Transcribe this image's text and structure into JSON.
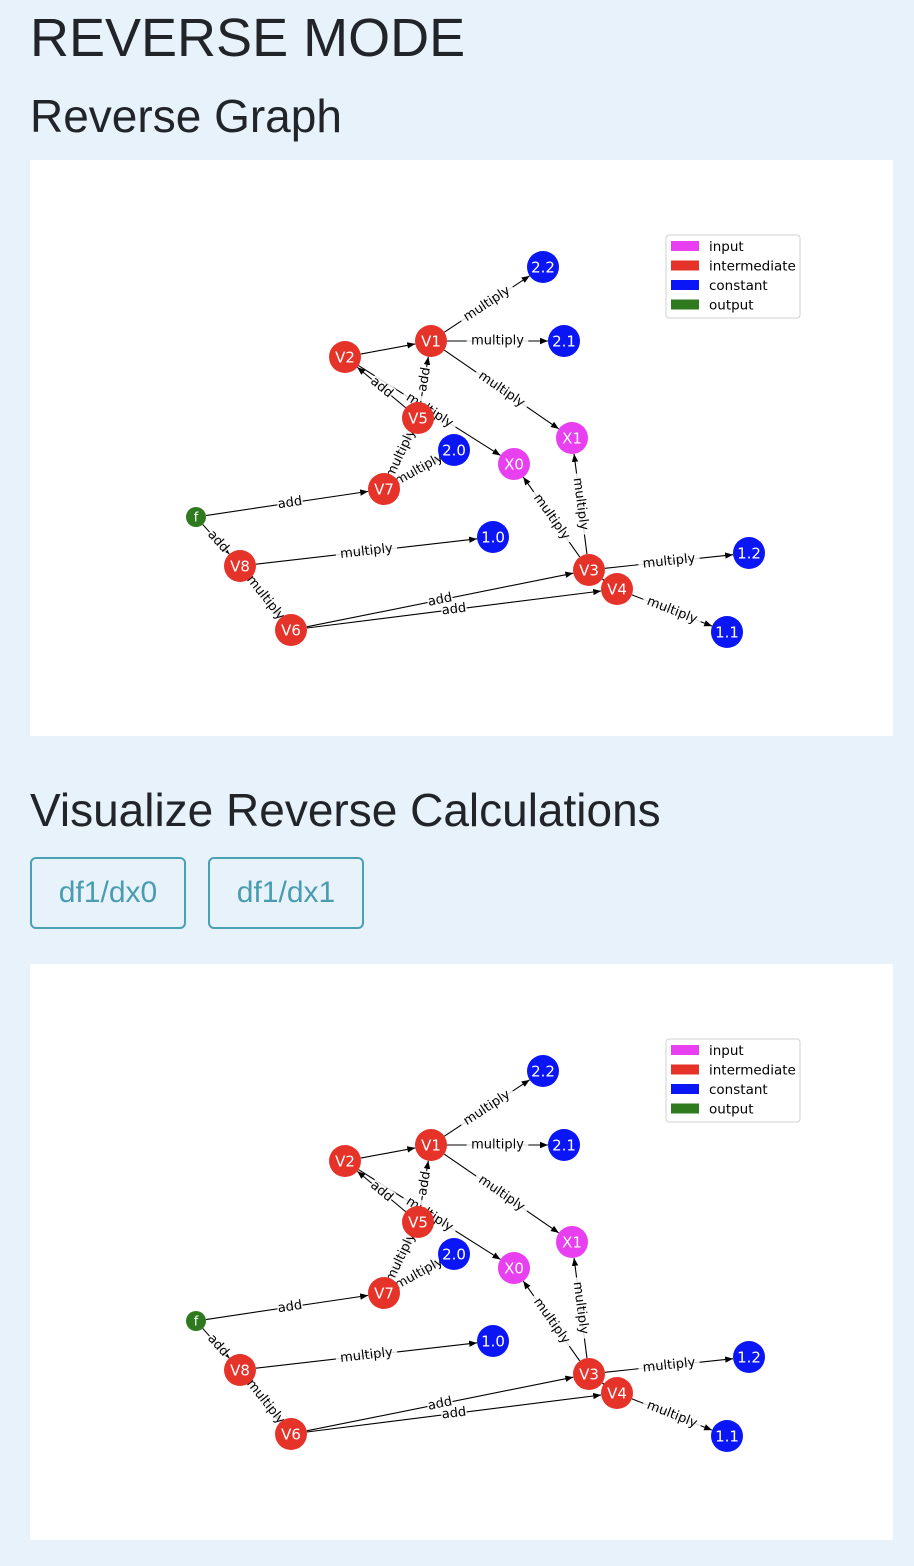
{
  "page": {
    "title": "REVERSE MODE",
    "graph_heading": "Reverse Graph",
    "viz_heading": "Visualize Reverse Calculations"
  },
  "buttons": [
    {
      "label": "df1/dx0"
    },
    {
      "label": "df1/dx1"
    }
  ],
  "legend": [
    {
      "label": "input",
      "color": "#e83ff0"
    },
    {
      "label": "intermediate",
      "color": "#e6332a"
    },
    {
      "label": "constant",
      "color": "#0a16f5"
    },
    {
      "label": "output",
      "color": "#2f7a1f"
    }
  ],
  "nodes": [
    {
      "id": "f",
      "type": "output"
    },
    {
      "id": "V8",
      "type": "intermediate"
    },
    {
      "id": "V7",
      "type": "intermediate"
    },
    {
      "id": "V6",
      "type": "intermediate"
    },
    {
      "id": "V5",
      "type": "intermediate"
    },
    {
      "id": "V4",
      "type": "intermediate"
    },
    {
      "id": "V3",
      "type": "intermediate"
    },
    {
      "id": "V2",
      "type": "intermediate"
    },
    {
      "id": "V1",
      "type": "intermediate"
    },
    {
      "id": "X0",
      "type": "input"
    },
    {
      "id": "X1",
      "type": "input"
    },
    {
      "id": "1.0",
      "type": "constant"
    },
    {
      "id": "1.1",
      "type": "constant"
    },
    {
      "id": "1.2",
      "type": "constant"
    },
    {
      "id": "2.0",
      "type": "constant"
    },
    {
      "id": "2.1",
      "type": "constant"
    },
    {
      "id": "2.2",
      "type": "constant"
    }
  ],
  "edges": [
    {
      "from": "f",
      "to": "V7",
      "label": "add"
    },
    {
      "from": "f",
      "to": "V8",
      "label": "add"
    },
    {
      "from": "V8",
      "to": "1.0",
      "label": "multiply"
    },
    {
      "from": "V8",
      "to": "V6",
      "label": "multiply"
    },
    {
      "from": "V6",
      "to": "V3",
      "label": "add"
    },
    {
      "from": "V6",
      "to": "V4",
      "label": "add"
    },
    {
      "from": "V7",
      "to": "2.0",
      "label": "multiply"
    },
    {
      "from": "V7",
      "to": "V5",
      "label": "multiply"
    },
    {
      "from": "V5",
      "to": "V2",
      "label": "add"
    },
    {
      "from": "V5",
      "to": "V1",
      "label": "add"
    },
    {
      "from": "V2",
      "to": "X0",
      "label": "multiply"
    },
    {
      "from": "V2",
      "to": "V1",
      "label": ""
    },
    {
      "from": "V1",
      "to": "2.2",
      "label": "multiply"
    },
    {
      "from": "V1",
      "to": "2.1",
      "label": "multiply"
    },
    {
      "from": "V1",
      "to": "X1",
      "label": "multiply"
    },
    {
      "from": "V3",
      "to": "X0",
      "label": "multiply"
    },
    {
      "from": "V3",
      "to": "X1",
      "label": "multiply"
    },
    {
      "from": "V3",
      "to": "1.2",
      "label": "multiply"
    },
    {
      "from": "V4",
      "to": "1.1",
      "label": "multiply"
    },
    {
      "from": "V4",
      "to": "V3",
      "label": ""
    }
  ]
}
